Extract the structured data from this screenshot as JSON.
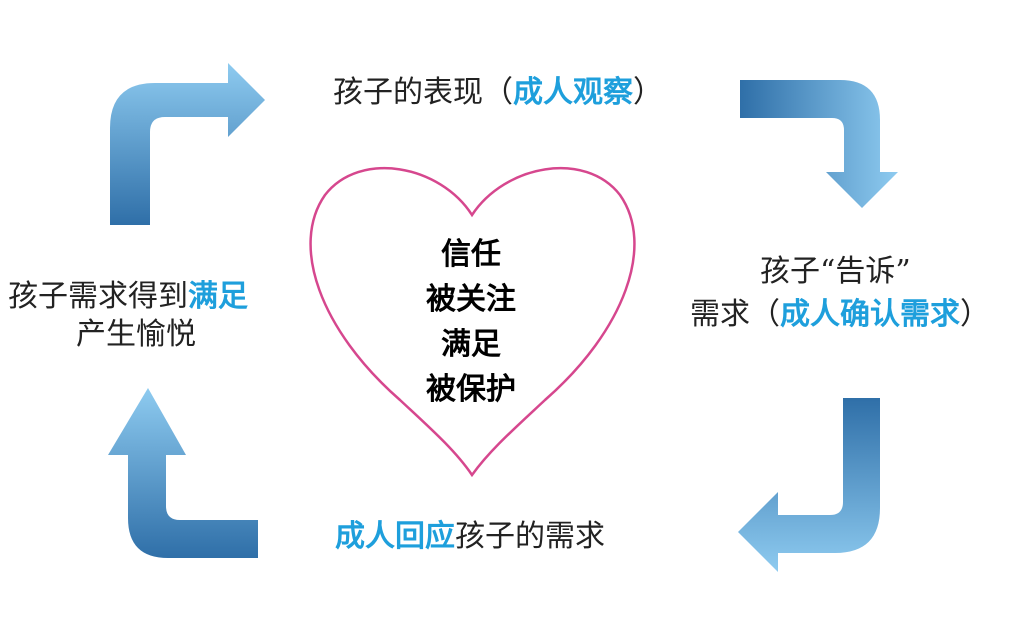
{
  "cycle": {
    "top": {
      "prefix": "孩子的表现（",
      "accent": "成人观察",
      "suffix": "）"
    },
    "right": {
      "line1": "孩子“告诉”",
      "line2_prefix": "需求（",
      "line2_accent": "成人确认需求",
      "line2_suffix": "）"
    },
    "bottom": {
      "accent": "成人回应",
      "suffix": "孩子的需求"
    },
    "left": {
      "line1_prefix": "孩子需求得到",
      "line1_accent": "满足",
      "line2": "产生愉悦"
    }
  },
  "heart": {
    "lines": [
      "信任",
      "被关注",
      "满足",
      "被保护"
    ],
    "stroke_color": "#d6478e"
  },
  "colors": {
    "accent_text": "#1e9fdc",
    "arrow_light": "#8ecbf0",
    "arrow_dark": "#2f6fa8"
  }
}
